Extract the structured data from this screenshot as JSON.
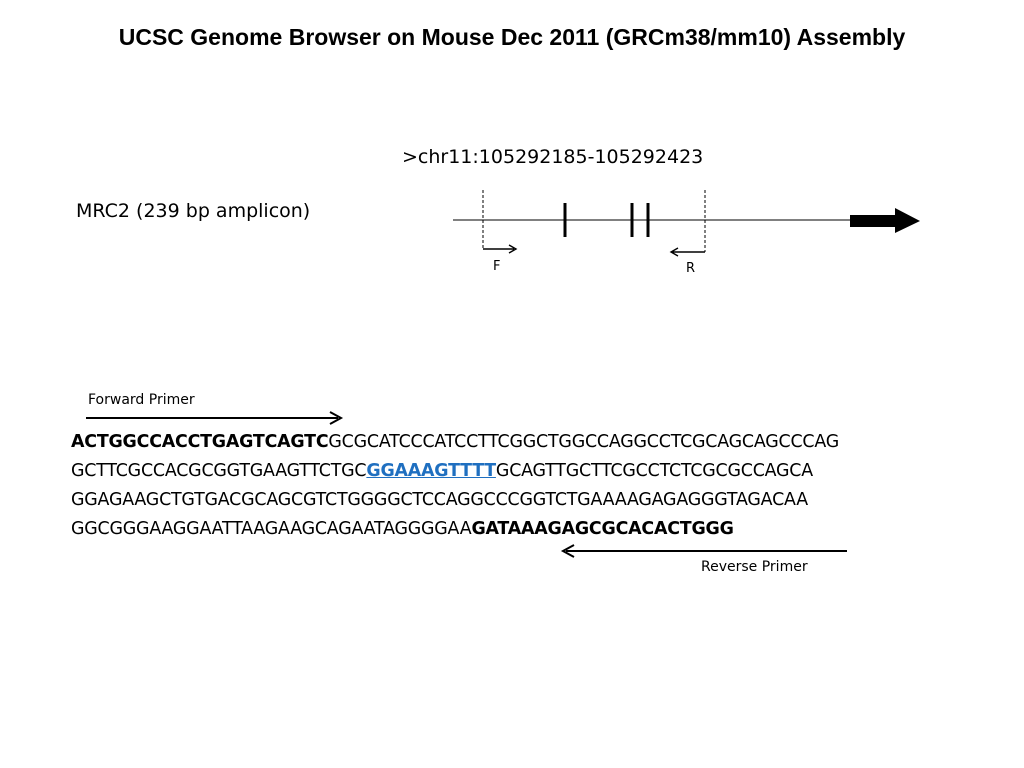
{
  "title": "UCSC Genome Browser on Mouse Dec 2011 (GRCm38/mm10) Assembly",
  "region": ">chr11:105292185-105292423",
  "gene_label": "MRC2 (239 bp amplicon)",
  "primer_markers": {
    "forward": "F",
    "reverse": "R"
  },
  "forward_primer_label": "Forward Primer",
  "reverse_primer_label": "Reverse Primer",
  "sequence": {
    "line1": {
      "primer": "ACTGGCCACCTGAGTCAGTC",
      "rest": "GCGCATCCCATCCTTCGGCTGGCCAGGCCTCGCAGCAGCCCAG"
    },
    "line2": {
      "before": "GCTTCGCCACGCGGTGAAGTTCTGC",
      "highlight": "GGAAAGTTTT",
      "after": "GCAGTTGCTTCGCCTCTCGCGCCAGCA"
    },
    "line3": "GGAGAAGCTGTGACGCAGCGTCTGGGGCTCCAGGCCCGGTCTGAAAAGAGAGGGTAGACAA",
    "line4": {
      "rest": "GGCGGGAAGGAATTAAGAAGCAGAATAGGGGAA",
      "primer": "GATAAAGAGCGCACACTGGG"
    }
  },
  "colors": {
    "highlight": "#1f6fc0",
    "text": "#000000"
  }
}
